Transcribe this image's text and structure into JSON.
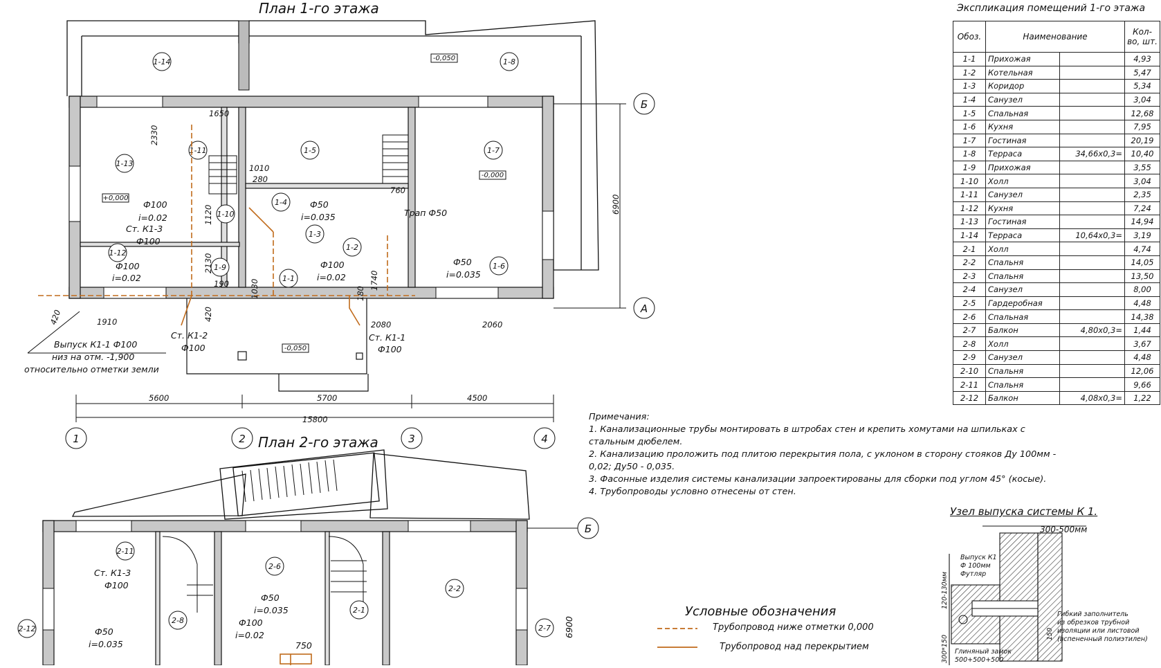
{
  "plan1": {
    "title": "План 1-го этажа",
    "rooms": [
      "1-1",
      "1-2",
      "1-3",
      "1-4",
      "1-5",
      "1-6",
      "1-7",
      "1-8",
      "1-9",
      "1-10",
      "1-11",
      "1-12",
      "1-13",
      "1-14"
    ],
    "levels": [
      "-0,050",
      "-0,000",
      "+0,000",
      "-0,050"
    ],
    "dims": [
      "5600",
      "5700",
      "4500",
      "15800",
      "6900",
      "1910",
      "2080",
      "2060",
      "2330",
      "1650",
      "1010",
      "280",
      "760",
      "1120",
      "2130",
      "190",
      "1030",
      "420",
      "1740",
      "180",
      "420"
    ],
    "pipe_labels": {
      "trap": "Трап Ф50",
      "p1": "Ф100",
      "p1_slope": "i=0.02",
      "st_k13": "Ст. К1-3",
      "st_k13_d": "Ф100",
      "p2": "Ф100",
      "p2_slope": "i=0.02",
      "p3": "Ф50",
      "p3_slope": "i=0.035",
      "p4": "Ф100",
      "p4_slope": "i=0.02",
      "p5": "Ф50",
      "p5_slope": "i=0.035",
      "st_k12": "Ст. К1-2",
      "st_k12_d": "Ф100",
      "st_k11": "Ст. К1-1",
      "st_k11_d": "Ф100"
    },
    "outlet": [
      "Выпуск К1-1 Ф100",
      "низ на отм. -1,900",
      "относительно отметки земли"
    ],
    "axes": [
      "Б",
      "А",
      "1",
      "2",
      "3",
      "4"
    ]
  },
  "plan2": {
    "title": "План 2-го этажа",
    "rooms": [
      "2-11",
      "2-6",
      "2-2",
      "2-1",
      "2-8",
      "2-12",
      "2-7"
    ],
    "labels": {
      "st_k13": "Ст. К1-3",
      "st_k13_d": "Ф100",
      "p1": "Ф50",
      "p1_slope": "i=0.035",
      "p2": "Ф100",
      "p2_slope": "i=0.02",
      "p3": "Ф50",
      "p3_slope": "i=0.035",
      "dim750": "750",
      "dim6900": "6900"
    },
    "axis_b": "Б"
  },
  "explication": {
    "caption": "Экспликация помещений 1-го этажа",
    "headers": [
      "Обоз.",
      "Наименование",
      "Кол-во, шт."
    ],
    "rows": [
      {
        "code": "1-1",
        "name": "Прихожая",
        "calc": "",
        "qty": "4,93"
      },
      {
        "code": "1-2",
        "name": "Котельная",
        "calc": "",
        "qty": "5,47"
      },
      {
        "code": "1-3",
        "name": "Коридор",
        "calc": "",
        "qty": "5,34"
      },
      {
        "code": "1-4",
        "name": "Санузел",
        "calc": "",
        "qty": "3,04"
      },
      {
        "code": "1-5",
        "name": "Спальная",
        "calc": "",
        "qty": "12,68"
      },
      {
        "code": "1-6",
        "name": "Кухня",
        "calc": "",
        "qty": "7,95"
      },
      {
        "code": "1-7",
        "name": "Гостиная",
        "calc": "",
        "qty": "20,19"
      },
      {
        "code": "1-8",
        "name": "Терраса",
        "calc": "34,66х0,3=",
        "qty": "10,40"
      },
      {
        "code": "1-9",
        "name": "Прихожая",
        "calc": "",
        "qty": "3,55"
      },
      {
        "code": "1-10",
        "name": "Холл",
        "calc": "",
        "qty": "3,04"
      },
      {
        "code": "1-11",
        "name": "Санузел",
        "calc": "",
        "qty": "2,35"
      },
      {
        "code": "1-12",
        "name": "Кухня",
        "calc": "",
        "qty": "7,24"
      },
      {
        "code": "1-13",
        "name": "Гостиная",
        "calc": "",
        "qty": "14,94"
      },
      {
        "code": "1-14",
        "name": "Терраса",
        "calc": "10,64х0,3=",
        "qty": "3,19"
      },
      {
        "code": "2-1",
        "name": "Холл",
        "calc": "",
        "qty": "4,74"
      },
      {
        "code": "2-2",
        "name": "Спальня",
        "calc": "",
        "qty": "14,05"
      },
      {
        "code": "2-3",
        "name": "Спальня",
        "calc": "",
        "qty": "13,50"
      },
      {
        "code": "2-4",
        "name": "Санузел",
        "calc": "",
        "qty": "8,00"
      },
      {
        "code": "2-5",
        "name": "Гардеробная",
        "calc": "",
        "qty": "4,48"
      },
      {
        "code": "2-6",
        "name": "Спальная",
        "calc": "",
        "qty": "14,38"
      },
      {
        "code": "2-7",
        "name": "Балкон",
        "calc": "4,80х0,3=",
        "qty": "1,44"
      },
      {
        "code": "2-8",
        "name": "Холл",
        "calc": "",
        "qty": "3,67"
      },
      {
        "code": "2-9",
        "name": "Санузел",
        "calc": "",
        "qty": "4,48"
      },
      {
        "code": "2-10",
        "name": "Спальня",
        "calc": "",
        "qty": "12,06"
      },
      {
        "code": "2-11",
        "name": "Спальня",
        "calc": "",
        "qty": "9,66"
      },
      {
        "code": "2-12",
        "name": "Балкон",
        "calc": "4,08х0,3=",
        "qty": "1,22"
      }
    ]
  },
  "notes": {
    "heading": "Примечания:",
    "items": [
      "1. Канализационные трубы монтировать в штробах стен и крепить хомутами на шпильках с стальным дюбелем.",
      "2. Канализацию проложить под плитою перекрытия пола, с уклоном в сторону стояков Ду 100мм - 0,02; Ду50 - 0,035.",
      "3. Фасонные изделия системы канализации запроектированы для сборки под углом 45° (косые).",
      "4. Трубопроводы условно отнесены от стен."
    ]
  },
  "legend": {
    "title": "Условные обозначения",
    "items": [
      "Трубопровод ниже отметки 0,000",
      "Трубопровод над перекрытием"
    ],
    "pipe_color": "#c06a1a"
  },
  "node": {
    "title": "Узел выпуска системы К 1.",
    "dim": "300-500мм",
    "labels": [
      "Выпуск К1",
      "Ф 100мм",
      "Футляр",
      "Гибкий заполнитель",
      "из обрезков трубной",
      "изоляции или листовой",
      "(вспененный полиэтилен)",
      "Глиняный замок",
      "500+500+500",
      "120-130мм",
      "300*150",
      "150"
    ]
  }
}
